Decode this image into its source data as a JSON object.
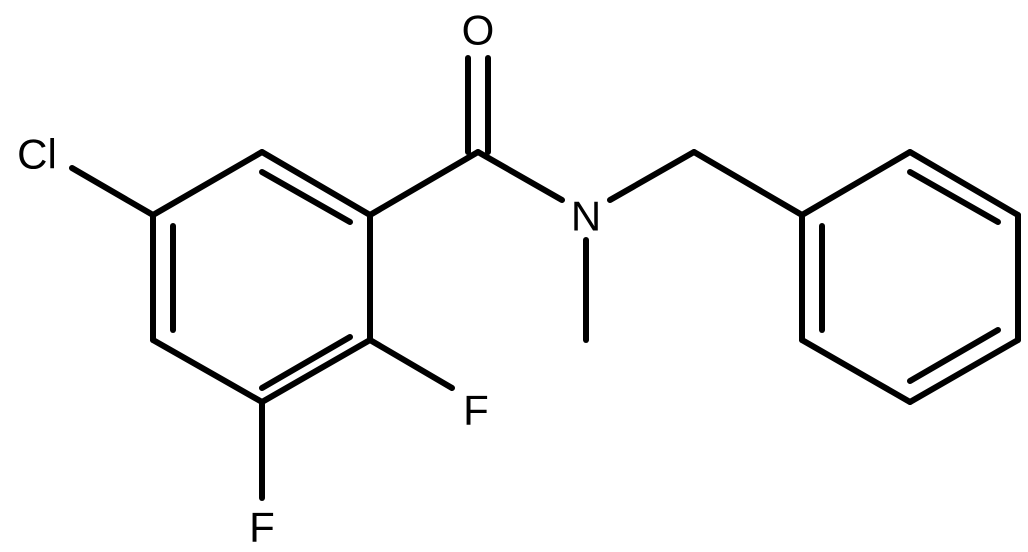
{
  "molecule": {
    "atoms": {
      "oxygen": "O",
      "nitrogen": "N",
      "chlorine": "Cl",
      "fluorine_2": "F",
      "fluorine_3": "F"
    },
    "colors": {
      "bond": "#000000",
      "label": "#000000",
      "background": "#ffffff"
    }
  }
}
